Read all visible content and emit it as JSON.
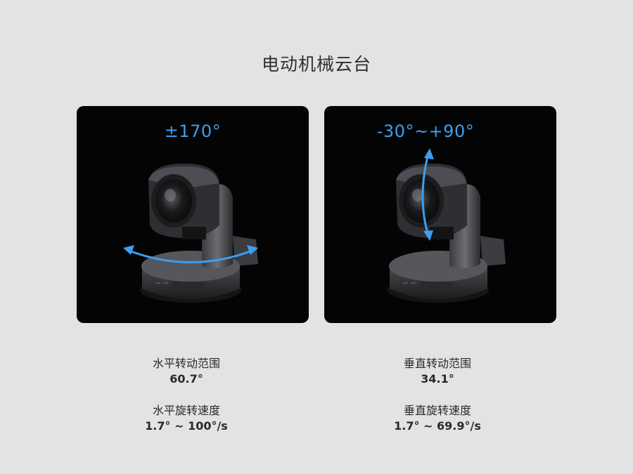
{
  "title": "电动机械云台",
  "panels": {
    "horizontal": {
      "angle": "±170°"
    },
    "vertical": {
      "angle": "-30°~+90°"
    }
  },
  "specs": {
    "horizontal_range": {
      "label": "水平转动范围",
      "value": "60.7°"
    },
    "horizontal_speed": {
      "label": "水平旋转速度",
      "value": "1.7° ~ 100°/s"
    },
    "vertical_range": {
      "label": "垂直转动范围",
      "value": "34.1°"
    },
    "vertical_speed": {
      "label": "垂直旋转速度",
      "value": "1.7° ~ 69.9°/s"
    }
  },
  "colors": {
    "background": "#e2e3e5",
    "panel": "#040404",
    "accent": "#3d9ef0"
  },
  "icons": [
    "ptz-camera-image",
    "horizontal-rotation-arrow-icon",
    "vertical-rotation-arrow-icon"
  ]
}
